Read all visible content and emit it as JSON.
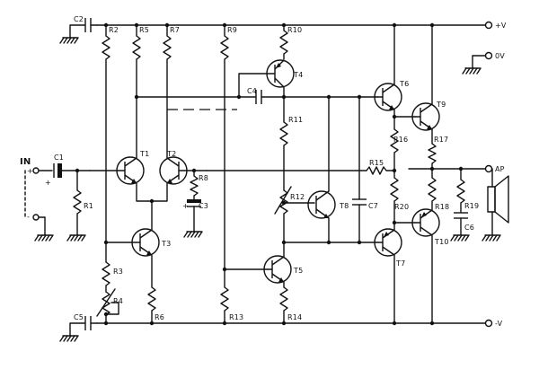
{
  "rails": {
    "plus": "+V",
    "zero": "0V",
    "minus": "-V",
    "output": "AP"
  },
  "input": {
    "label": "IN",
    "plus": "+",
    "minus": "-"
  },
  "capacitor_c1_polarity": "+",
  "capacitor_c3_polarity": "+",
  "components": {
    "C1": "C1",
    "C2": "C2",
    "C3": "C3",
    "C4": "C4",
    "C5": "C5",
    "C6": "C6",
    "C7": "C7",
    "R1": "R1",
    "R2": "R2",
    "R3": "R3",
    "R4": "R4",
    "R5": "R5",
    "R6": "R6",
    "R7": "R7",
    "R8": "R8",
    "R9": "R9",
    "R10": "R10",
    "R11": "R11",
    "R12": "R12",
    "R13": "R13",
    "R14": "R14",
    "R15": "R15",
    "R16": "R16",
    "R17": "R17",
    "R18": "R18",
    "R19": "R19",
    "R20": "R20",
    "T1": "T1",
    "T2": "T2",
    "T3": "T3",
    "T4": "T4",
    "T5": "T5",
    "T6": "T6",
    "T7": "T7",
    "T8": "T8",
    "T9": "T9",
    "T10": "T10"
  }
}
